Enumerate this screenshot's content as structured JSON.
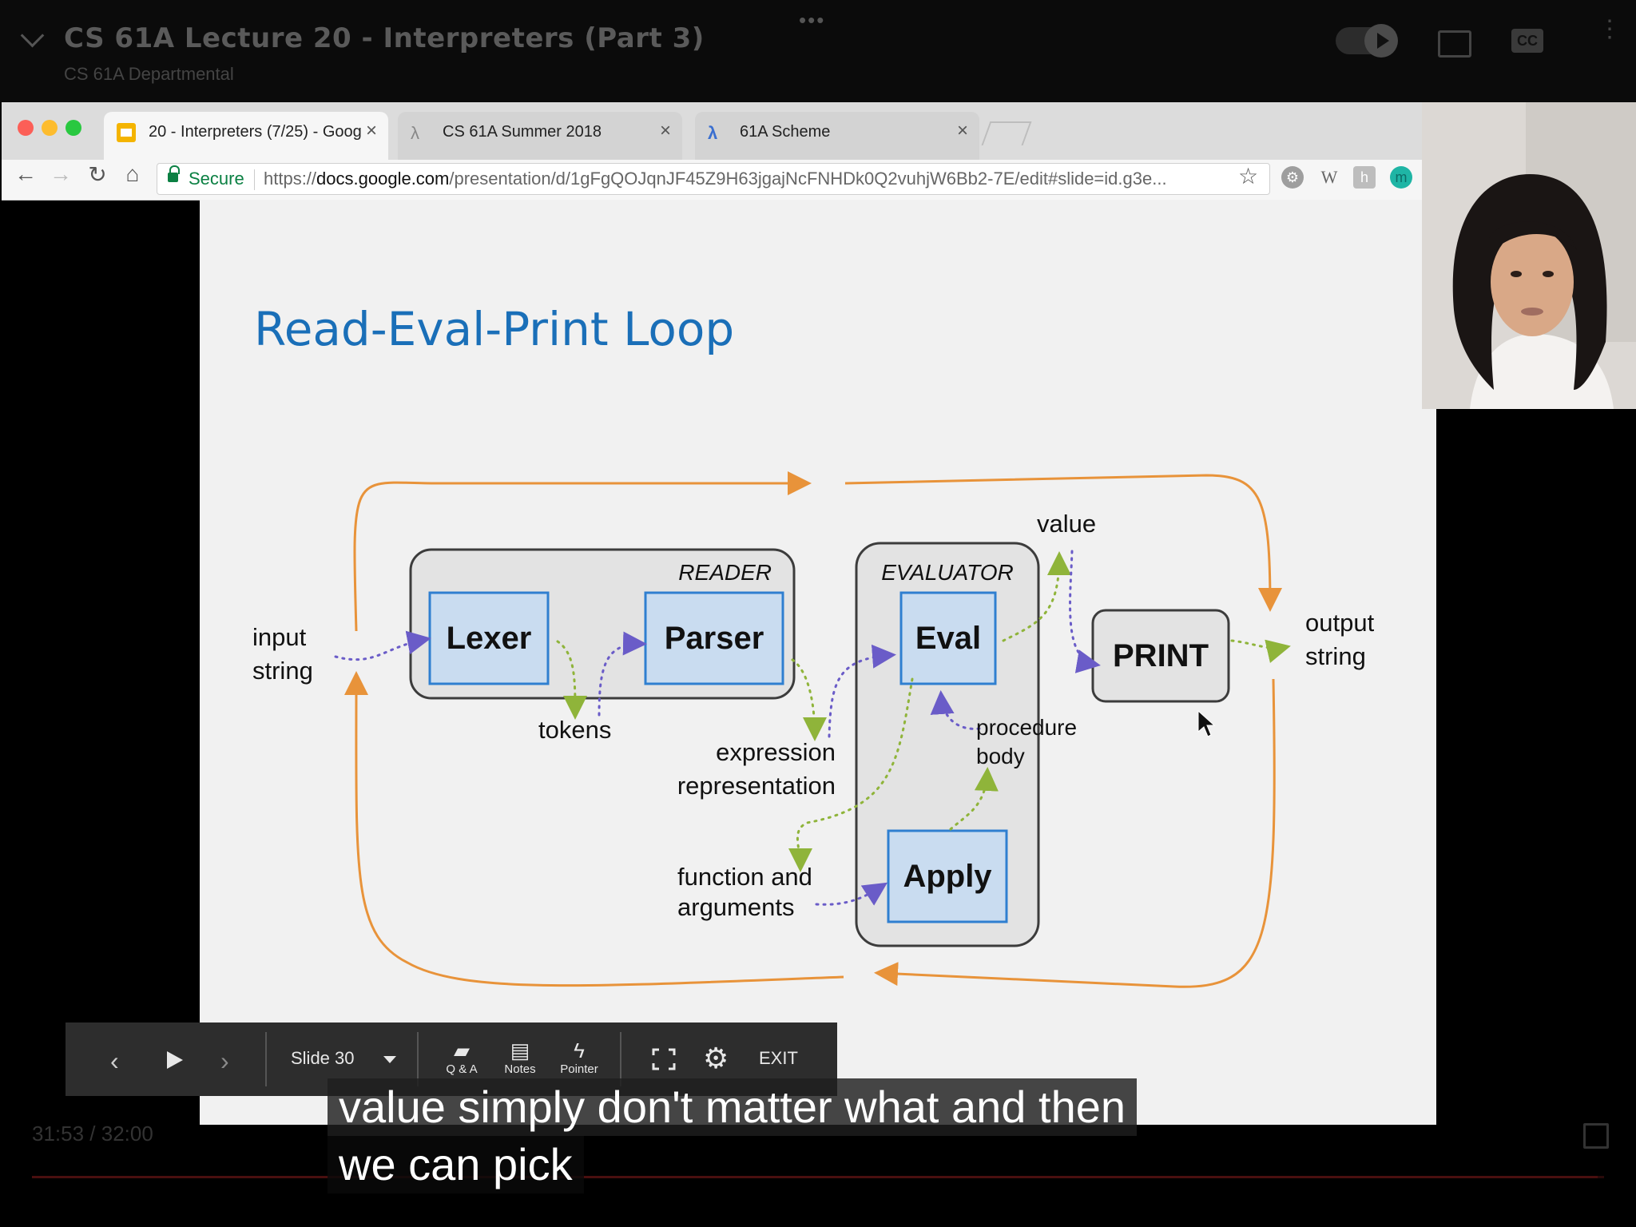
{
  "player": {
    "video_title": "CS 61A Lecture 20 - Interpreters (Part 3)",
    "channel": "CS 61A Departmental",
    "time": "31:53 / 32:00",
    "progress_fraction": 0.996,
    "cc_label": "CC",
    "captions": [
      "value simply don't matter what and then",
      "we can pick"
    ]
  },
  "browser": {
    "tabs": [
      {
        "label": "20 - Interpreters (7/25) - Goog",
        "active": true
      },
      {
        "label": "CS 61A Summer 2018",
        "active": false
      },
      {
        "label": "61A Scheme",
        "active": false
      }
    ],
    "close_glyph": "×",
    "secure_label": "Secure",
    "url_scheme": "https://",
    "url_host": "docs.google.com",
    "url_path": "/presentation/d/1gFgQOJqnJF45Z9H63jgajNcFNHDk0Q2vuhjW6Bb2-7E/edit#slide=id.g3e...",
    "ext_w": "W",
    "ext_m": "m"
  },
  "slide": {
    "title": "Read-Eval-Print Loop",
    "diagram": {
      "reader_label": "READER",
      "evaluator_label": "EVALUATOR",
      "lexer": "Lexer",
      "parser": "Parser",
      "eval": "Eval",
      "apply": "Apply",
      "print": "PRINT",
      "input_line1": "input",
      "input_line2": "string",
      "output_line1": "output",
      "output_line2": "string",
      "tokens": "tokens",
      "expr_line1": "expression",
      "expr_line2": "representation",
      "value": "value",
      "proc_line1": "procedure",
      "proc_line2": "body",
      "func_line1": "function and",
      "func_line2": "arguments"
    }
  },
  "presenter": {
    "slide_label": "Slide 30",
    "qa_label": "Q & A",
    "notes_label": "Notes",
    "pointer_label": "Pointer",
    "exit_label": "EXIT"
  },
  "colors": {
    "accent_blue": "#1a6fb8",
    "loop_orange": "#e8933a",
    "dotted_green": "#8fb43a",
    "dotted_purple": "#6a5cc8",
    "box_fill": "#c9dcf0",
    "box_stroke": "#2f7fd0"
  }
}
